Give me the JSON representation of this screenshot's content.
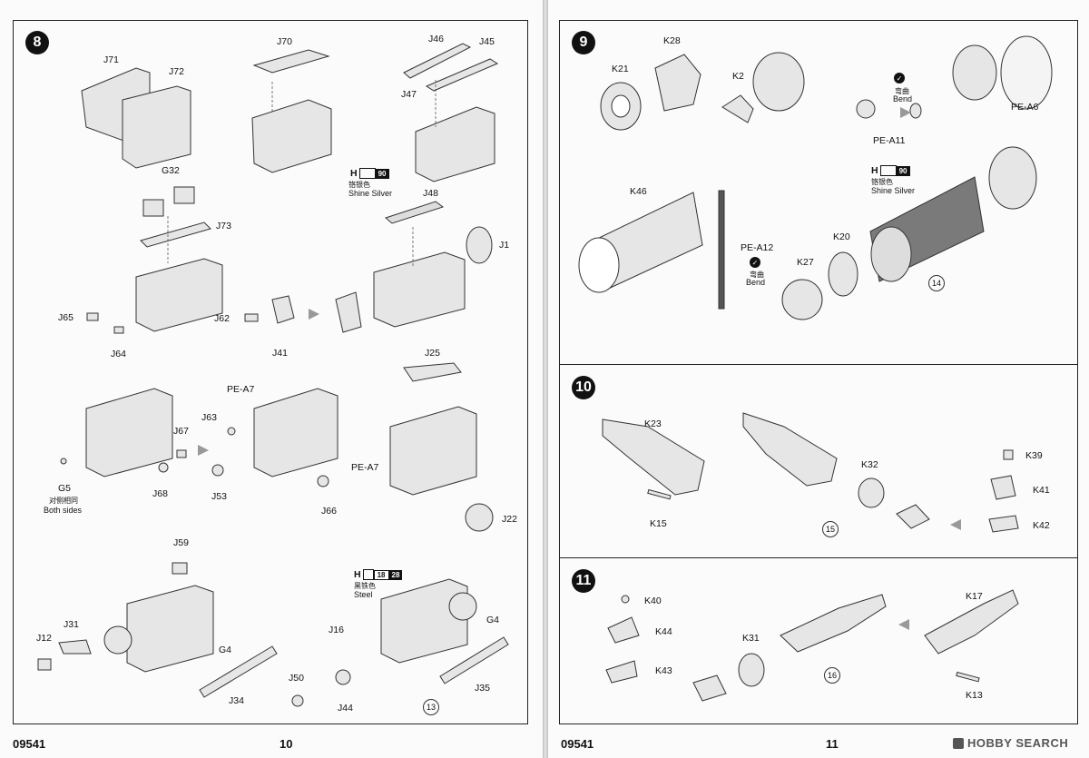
{
  "left_page": {
    "step": "8",
    "footer_code": "09541",
    "page_number": "10",
    "labels": {
      "J71": "J71",
      "J72": "J72",
      "J70": "J70",
      "J46": "J46",
      "J45": "J45",
      "J47": "J47",
      "G32": "G32",
      "J73": "J73",
      "J48": "J48",
      "J1": "J1",
      "J65": "J65",
      "J64": "J64",
      "J62": "J62",
      "J41": "J41",
      "PE_A7_top": "PE-A7",
      "J63": "J63",
      "J67": "J67",
      "G5": "G5",
      "J68": "J68",
      "J53": "J53",
      "PE_A7": "PE-A7",
      "J66": "J66",
      "J25": "J25",
      "J22": "J22",
      "J59": "J59",
      "J31": "J31",
      "J12": "J12",
      "G4_left": "G4",
      "J34": "J34",
      "J16": "J16",
      "J50": "J50",
      "J44": "J44",
      "G4_right": "G4",
      "J35": "J35"
    },
    "both_sides_cn": "对侧相同",
    "both_sides": "Both sides",
    "paint1": {
      "letter": "H",
      "code": "90",
      "cn": "铬银色",
      "name": "Shine Silver"
    },
    "paint2": {
      "letter": "H",
      "code1": "18",
      "code2": "28",
      "cn": "黑铁色",
      "name": "Steel"
    },
    "subassembly": "13"
  },
  "right_page": {
    "step9": "9",
    "step10": "10",
    "step11": "11",
    "footer_code": "09541",
    "page_number": "11",
    "labels": {
      "K21": "K21",
      "K28": "K28",
      "K2": "K2",
      "PE_A6": "PE-A6",
      "PE_A11": "PE-A11",
      "K46": "K46",
      "PE_A12": "PE-A12",
      "K27": "K27",
      "K20": "K20",
      "K23": "K23",
      "K15": "K15",
      "K32": "K32",
      "K39": "K39",
      "K41": "K41",
      "K42": "K42",
      "K40": "K40",
      "K44": "K44",
      "K43": "K43",
      "K31": "K31",
      "K17": "K17",
      "K13": "K13"
    },
    "bend1": {
      "cn": "弯曲",
      "en": "Bend"
    },
    "bend2": {
      "cn": "弯曲",
      "en": "Bend"
    },
    "paint": {
      "letter": "H",
      "code": "90",
      "cn": "铬银色",
      "name": "Shine Silver"
    },
    "sub14": "14",
    "sub15": "15",
    "sub16": "16",
    "watermark": "HOBBY SEARCH"
  }
}
